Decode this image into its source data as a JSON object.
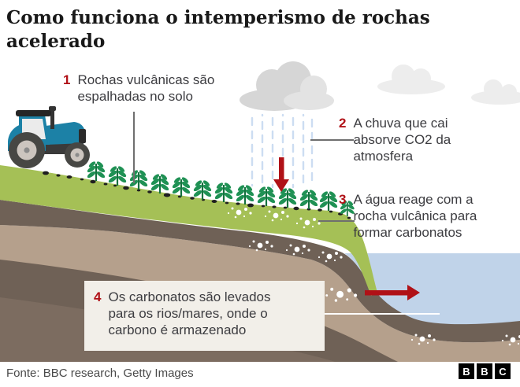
{
  "title": "Como funciona o intemperismo de rochas acelerado",
  "steps": [
    {
      "num": "1",
      "text": "Rochas vulcânicas são espalhadas no solo"
    },
    {
      "num": "2",
      "text": "A chuva que cai absorve CO2 da atmosfera"
    },
    {
      "num": "3",
      "text": "A água reage com a rocha vulcânica para formar carbonatos"
    },
    {
      "num": "4",
      "text": "Os carbonatos são levados para os rios/mares, onde o carbono é armazenado"
    }
  ],
  "footer": {
    "source": "Fonte: BBC research, Getty Images",
    "logo": [
      "B",
      "B",
      "C"
    ]
  },
  "icons": [
    "tractor-icon",
    "plant-icon",
    "rock-dots",
    "carbonate-dots",
    "rain-cloud-icon",
    "cloud-icon",
    "rain-icon",
    "down-arrow-icon",
    "right-arrow-icon"
  ],
  "colors": {
    "accent_red": "#b01117",
    "grass_green": "#a5c056",
    "plant_green": "#1f9154",
    "soil_dark": "#6f6156",
    "soil_tan": "#b5a08c",
    "soil_bottom": "#7c6c60",
    "water_blue": "#c0d3e9",
    "rain_blue": "#ccddf2",
    "cloud_gray": "#d6d6d6",
    "box_bg": "#f2efe9",
    "text_dark": "#3c3c40"
  }
}
